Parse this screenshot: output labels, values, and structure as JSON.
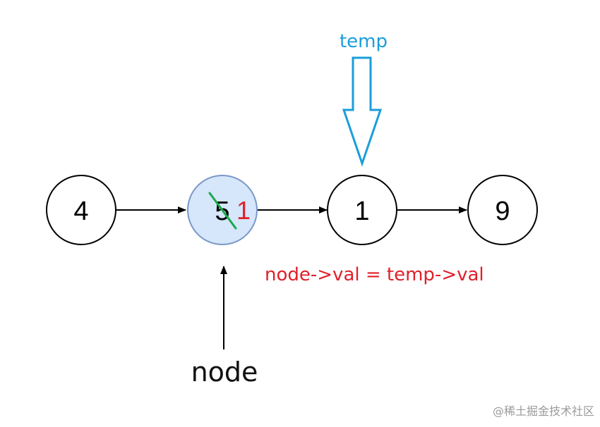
{
  "nodes": {
    "n1": {
      "value": "4"
    },
    "n2": {
      "value": "5",
      "new_value": "1"
    },
    "n3": {
      "value": "1"
    },
    "n4": {
      "value": "9"
    }
  },
  "pointers": {
    "temp": "temp",
    "node": "node"
  },
  "operation": "node->val = temp->val",
  "watermark": "@稀土掘金技术社区",
  "colors": {
    "highlight_fill": "#d6e6fb",
    "highlight_stroke": "#7a98c8",
    "strike": "#1aa84a",
    "new_value": "#e0202a",
    "temp_arrow": "#1a9ed9"
  }
}
